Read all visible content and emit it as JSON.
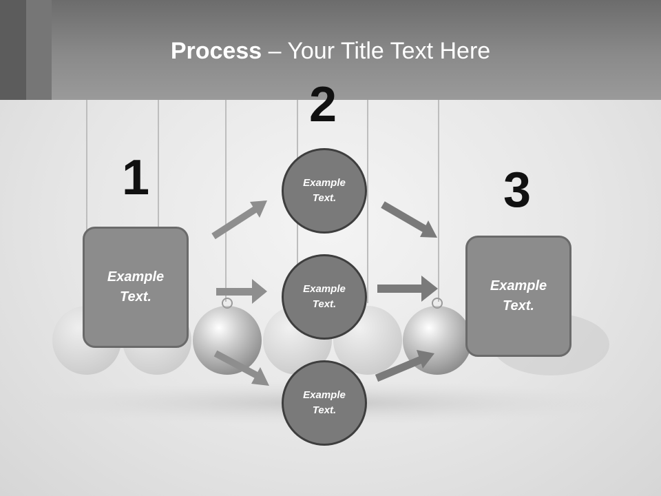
{
  "slide": {
    "title_bold": "Process",
    "title_rest": " – Your Title Text Here"
  },
  "steps": [
    {
      "number": "1",
      "text": "Example Text."
    },
    {
      "number": "2",
      "circles": [
        "Example Text.",
        "Example Text.",
        "Example Text."
      ]
    },
    {
      "number": "3",
      "text": "Example Text."
    }
  ],
  "colors": {
    "header": "#8a8a8a",
    "box_fill": "#8c8c8c",
    "circle_fill": "#7a7a7a",
    "arrow": "#8e8e8e",
    "number": "#111111"
  },
  "background_icon": "newtons-cradle"
}
